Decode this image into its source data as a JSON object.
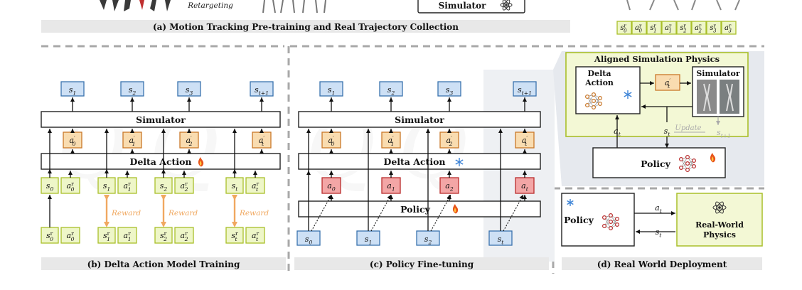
{
  "panels": {
    "a_caption": "(a) Motion Tracking Pre-training and Real Trajectory Collection",
    "b_caption": "(b) Delta Action Model Training",
    "c_caption": "(c) Policy Fine-tuning",
    "d_caption": "(d) Real World Deployment"
  },
  "top": {
    "retargeting": "Retargeting",
    "simulator": "Simulator"
  },
  "seq": {
    "real_tokens_top": [
      {
        "b": "s",
        "sup": "r",
        "sub": "0"
      },
      {
        "b": "a",
        "sup": "r",
        "sub": "0"
      },
      {
        "b": "s",
        "sup": "r",
        "sub": "1"
      },
      {
        "b": "a",
        "sup": "r",
        "sub": "1"
      },
      {
        "b": "s",
        "sup": "r",
        "sub": "2"
      },
      {
        "b": "a",
        "sup": "r",
        "sub": "2"
      },
      {
        "b": "s",
        "sup": "r",
        "sub": "3"
      },
      {
        "b": "a",
        "sup": "r",
        "sub": "3"
      }
    ]
  },
  "b": {
    "states_top": [
      {
        "b": "s",
        "sub": "1"
      },
      {
        "b": "s",
        "sub": "2"
      },
      {
        "b": "s",
        "sub": "3"
      },
      {
        "b": "s",
        "sub": "t+1"
      }
    ],
    "simulator": "Simulator",
    "actions_prime": [
      {
        "b": "a",
        "sup": "′",
        "sub": "0"
      },
      {
        "b": "a",
        "sup": "′",
        "sub": "1"
      },
      {
        "b": "a",
        "sup": "′",
        "sub": "2"
      },
      {
        "b": "a",
        "sup": "′",
        "sub": "t"
      }
    ],
    "delta_action": "Delta Action",
    "sim_pairs": [
      [
        {
          "b": "s",
          "sub": "0"
        },
        {
          "b": "a",
          "sup": "r",
          "sub": "0"
        }
      ],
      [
        {
          "b": "s",
          "sub": "1"
        },
        {
          "b": "a",
          "sup": "r",
          "sub": "1"
        }
      ],
      [
        {
          "b": "s",
          "sub": "2"
        },
        {
          "b": "a",
          "sup": "r",
          "sub": "2"
        }
      ],
      [
        {
          "b": "s",
          "sub": "t"
        },
        {
          "b": "a",
          "sup": "r",
          "sub": "t"
        }
      ]
    ],
    "real_pairs": [
      [
        {
          "b": "s",
          "sup": "r",
          "sub": "0"
        },
        {
          "b": "a",
          "sup": "r",
          "sub": "0"
        }
      ],
      [
        {
          "b": "s",
          "sup": "r",
          "sub": "1"
        },
        {
          "b": "a",
          "sup": "r",
          "sub": "1"
        }
      ],
      [
        {
          "b": "s",
          "sup": "r",
          "sub": "2"
        },
        {
          "b": "a",
          "sup": "r",
          "sub": "2"
        }
      ],
      [
        {
          "b": "s",
          "sup": "r",
          "sub": "t"
        },
        {
          "b": "a",
          "sup": "r",
          "sub": "t"
        }
      ]
    ],
    "reward": "Reward",
    "dots": "..."
  },
  "c": {
    "states_top": [
      {
        "b": "s",
        "sub": "1"
      },
      {
        "b": "s",
        "sub": "2"
      },
      {
        "b": "s",
        "sub": "3"
      },
      {
        "b": "s",
        "sub": "t+1"
      }
    ],
    "simulator": "Simulator",
    "actions_prime": [
      {
        "b": "a",
        "sup": "′",
        "sub": "0"
      },
      {
        "b": "a",
        "sup": "′",
        "sub": "1"
      },
      {
        "b": "a",
        "sup": "′",
        "sub": "2"
      },
      {
        "b": "a",
        "sup": "′",
        "sub": "t"
      }
    ],
    "delta_action": "Delta Action",
    "actions": [
      {
        "b": "a",
        "sub": "0"
      },
      {
        "b": "a",
        "sub": "1"
      },
      {
        "b": "a",
        "sub": "2"
      },
      {
        "b": "a",
        "sub": "t"
      }
    ],
    "policy": "Policy",
    "states_bottom": [
      {
        "b": "s",
        "sub": "0"
      },
      {
        "b": "s",
        "sub": "1"
      },
      {
        "b": "s",
        "sub": "2"
      },
      {
        "b": "s",
        "sub": "t"
      }
    ],
    "dots": "..."
  },
  "aligned": {
    "title": "Aligned Simulation Physics",
    "delta_line1": "Delta",
    "delta_line2": "Action",
    "a_prime": {
      "b": "a",
      "sup": "′",
      "sub": "t"
    },
    "simulator": "Simulator",
    "a_t": {
      "b": "a",
      "sub": "t"
    },
    "s_t": {
      "b": "s",
      "sub": "t"
    },
    "update": "Update",
    "s_next": {
      "b": "s",
      "sub": "t+1"
    },
    "policy": "Policy"
  },
  "d": {
    "policy": "Policy",
    "a_t": {
      "b": "a",
      "sub": "t"
    },
    "s_t": {
      "b": "s",
      "sub": "t"
    },
    "real_line1": "Real-World",
    "real_line2": "Physics"
  },
  "colors": {
    "green_fill": "#eef6c8",
    "green_stroke": "#a9bf2a",
    "orange_fill": "#f9dcb0",
    "orange_stroke": "#c9782a",
    "blue_fill": "#cde0f5",
    "blue_stroke": "#3a73ae",
    "red_fill": "#f3a6a6",
    "red_stroke": "#b92d2d",
    "gray_bar": "#e8e8e8",
    "dash": "#a8a8a8",
    "reward": "#f0a860"
  }
}
